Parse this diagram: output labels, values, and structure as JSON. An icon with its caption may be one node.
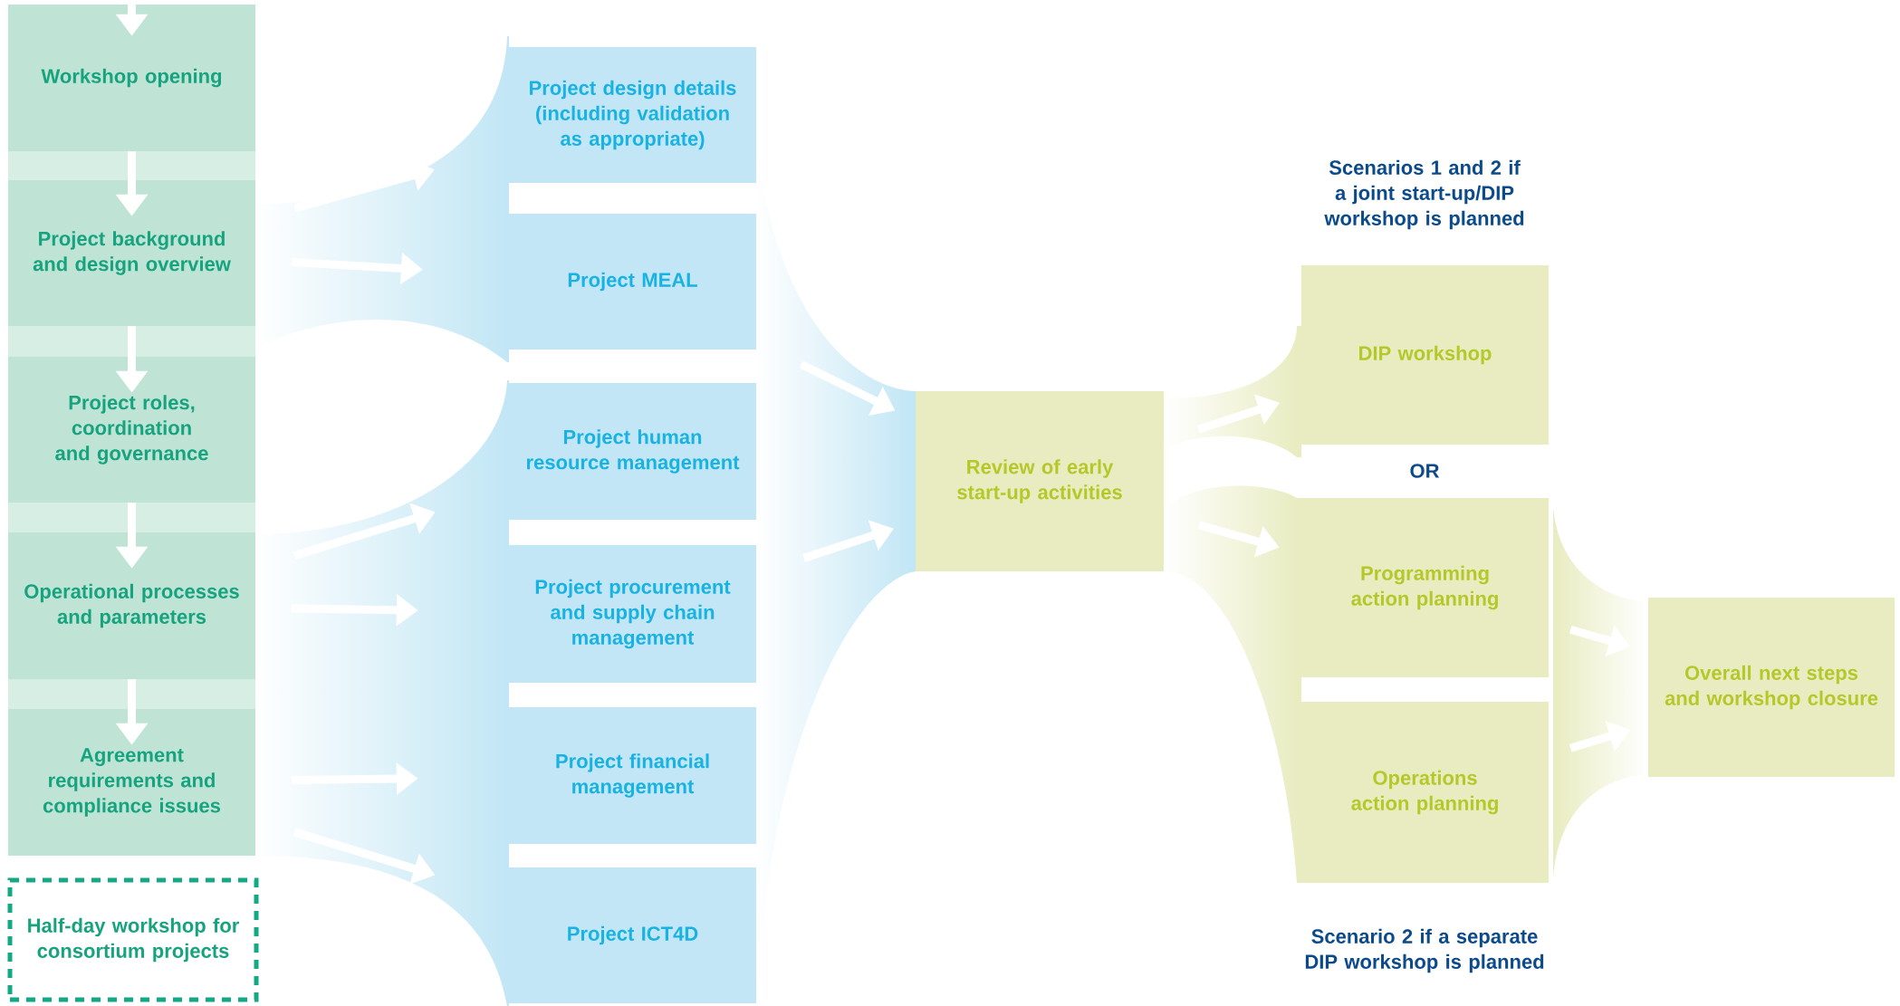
{
  "diagram": {
    "nodes": [
      {
        "text": [
          "Workshop opening"
        ]
      },
      {
        "text": [
          "Project background and design overview"
        ]
      },
      {
        "text": [
          "Project roles, coordination and governance"
        ]
      },
      {
        "text": [
          "Operational processes and parameters"
        ]
      },
      {
        "text": [
          "Agreement requirements and compliance issues"
        ]
      },
      {
        "text": [
          "Half-day workshop for consortium projects"
        ]
      },
      {
        "text": [
          "Project design details (including validation as appropriate)"
        ]
      },
      {
        "text": [
          "Project MEAL"
        ]
      },
      {
        "text": [
          "Project human resource management"
        ]
      },
      {
        "text": [
          "Project procurement and supply chain management"
        ]
      },
      {
        "text": [
          "Project financial management"
        ]
      },
      {
        "text": [
          "Project ICT4D"
        ]
      },
      {
        "text": [
          "Review of early start-up activities"
        ]
      },
      {
        "text": [
          "DIP workshop"
        ]
      },
      {
        "text": [
          "Programming action planning"
        ]
      },
      {
        "text": [
          "Operations action planning"
        ]
      },
      {
        "text": [
          "Overall next steps and workshop closure"
        ]
      }
    ],
    "edges": [
      {
        "from": null,
        "to": 0,
        "arrow": "to"
      },
      {
        "from": 0,
        "to": 1,
        "arrow": "to"
      },
      {
        "from": 1,
        "to": 2,
        "arrow": "to"
      },
      {
        "from": 2,
        "to": 3,
        "arrow": "to"
      },
      {
        "from": 3,
        "to": 4,
        "arrow": "to"
      },
      {
        "from": 1,
        "to": 6,
        "arrow": "to"
      },
      {
        "from": 1,
        "to": 7,
        "arrow": "to"
      },
      {
        "from": 3,
        "to": 8,
        "arrow": "to"
      },
      {
        "from": 3,
        "to": 9,
        "arrow": "to"
      },
      {
        "from": 4,
        "to": 10,
        "arrow": "to"
      },
      {
        "from": 4,
        "to": 11,
        "arrow": "to"
      },
      {
        "from": 7,
        "to": 12,
        "arrow": "to"
      },
      {
        "from": 9,
        "to": 12,
        "arrow": "to"
      },
      {
        "from": 12,
        "to": 13,
        "arrow": "to"
      },
      {
        "from": 12,
        "to": 14,
        "arrow": "to"
      },
      {
        "from": 14,
        "to": 16,
        "arrow": "to"
      },
      {
        "from": 15,
        "to": 16,
        "arrow": "to"
      }
    ],
    "labels": [
      "Scenarios 1 and 2 if a joint start-up/DIP workshop is planned",
      "OR",
      "Scenario 2 if a separate DIP workshop is planned"
    ]
  }
}
